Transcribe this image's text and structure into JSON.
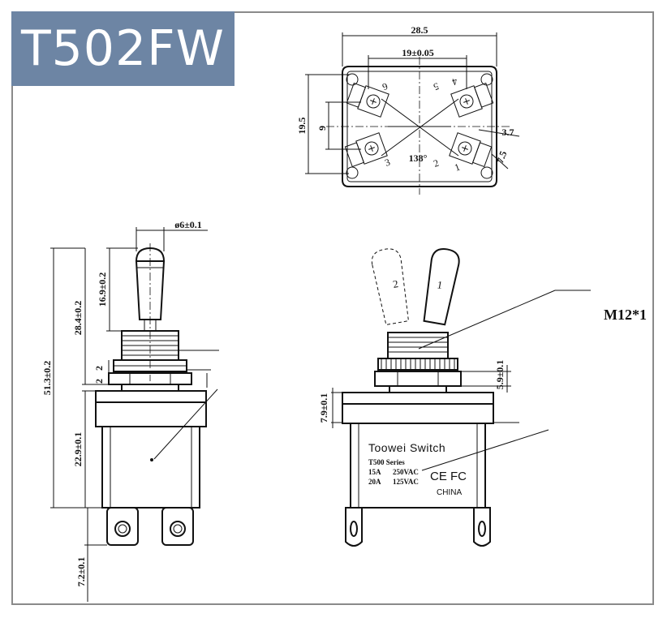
{
  "title": "T502FW",
  "top_view": {
    "width_dim": "28.5",
    "pitch_dim": "19±0.05",
    "height_dim": "19.5",
    "inner_height_dim": "9",
    "pin_offset_dim": "3.7",
    "pin_length_dim": "7.5",
    "angle": "138°",
    "pins": [
      "6",
      "5",
      "4",
      "3",
      "2",
      "1"
    ]
  },
  "side_view": {
    "lever_dia": "ø6±0.1",
    "lever_len": "16.9±0.2",
    "shaft_len": "28.4±0.2",
    "total_len": "51.3±0.2",
    "body_len": "22.9±0.1",
    "nut_a": "2",
    "nut_b": "2",
    "terminal_len": "7.2±0.1"
  },
  "front_view": {
    "thread": "M12*1",
    "nut_dim": "5.9±0.1",
    "collar_dim": "7.9±0.1",
    "lever_labels": [
      "2",
      "1"
    ],
    "label": {
      "brand": "Toowei Switch",
      "series": "T500 Series",
      "rating1_amp": "15A",
      "rating1_volt": "250VAC",
      "rating2_amp": "20A",
      "rating2_volt": "125VAC",
      "marks": "CE FC",
      "origin": "CHINA"
    }
  }
}
